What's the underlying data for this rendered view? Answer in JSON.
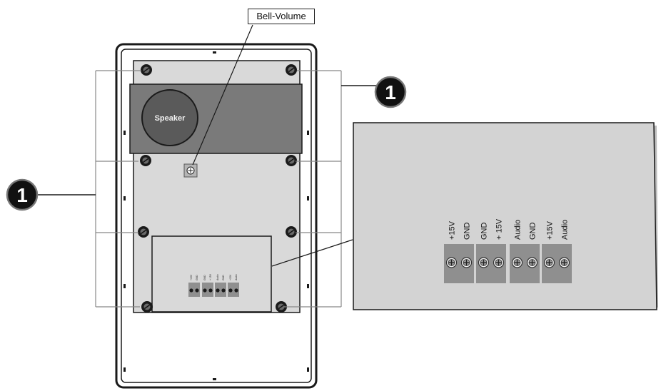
{
  "labels": {
    "bell_volume": "Bell-Volume",
    "speaker": "Speaker",
    "marker_left": "1",
    "marker_right": "1"
  },
  "terminal_labels": [
    "+15V",
    "GND",
    "GND",
    "+ 15V",
    "Audio",
    "GND",
    "+15V",
    "Audio"
  ],
  "colors": {
    "outline": "#1a1a1a",
    "panel": "#d9d9d9",
    "speaker_band": "#7a7a7a",
    "speaker": "#5a5a5a",
    "terminal_block": "#8f8f8f",
    "detail_panel": "#d3d3d3"
  },
  "icons": {
    "screw": "screw-icon",
    "potentiometer": "potentiometer-icon",
    "marker": "numbered-marker-icon"
  }
}
